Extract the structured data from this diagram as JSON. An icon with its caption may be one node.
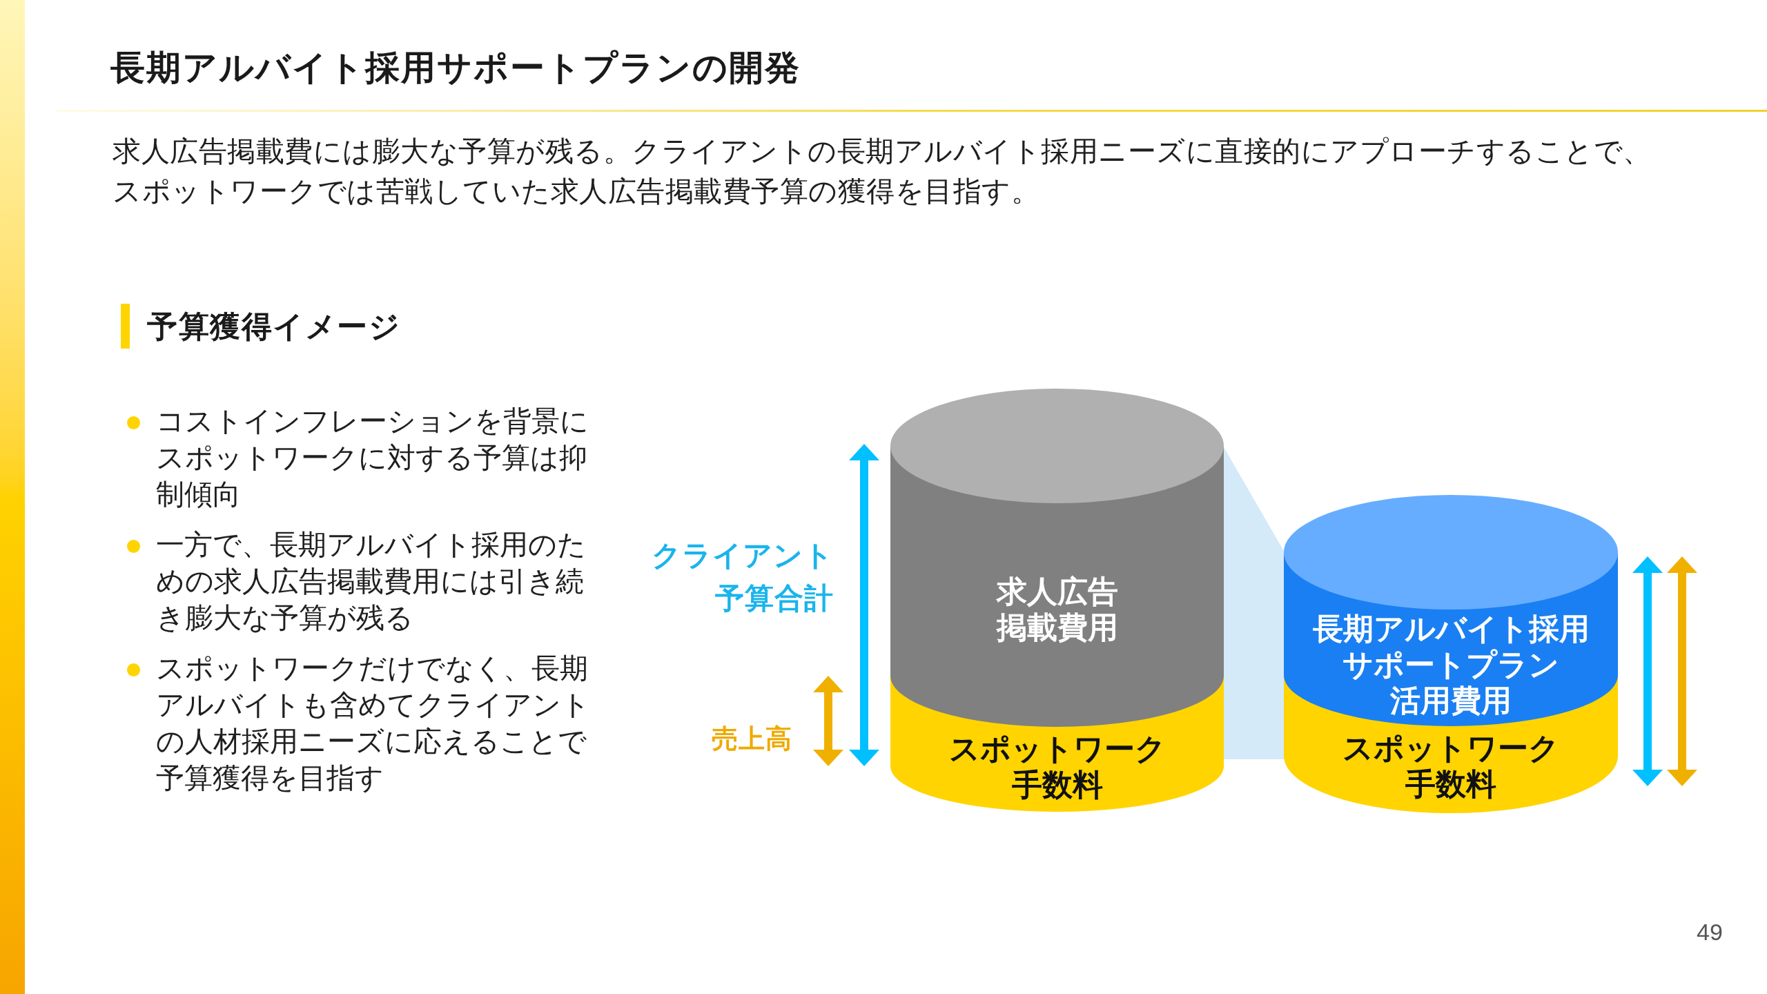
{
  "diagram": {
    "title": "長期アルバイト採用サポートプランの開発",
    "nodes": [
      {
        "text": [
          "求人広告掲載費用"
        ]
      },
      {
        "text": [
          "スポットワーク手数料"
        ]
      },
      {
        "text": [],
        "shape": "band"
      },
      {
        "text": [
          "長期アルバイト採用サポートプラン活用費用"
        ]
      },
      {
        "text": [
          "スポットワーク手数料"
        ]
      }
    ],
    "labels": [
      "求人広告掲載費には膨大な予算が残る。クライアントの長期アルバイト採用ニーズに直接的にアプローチすることで、スポットワークでは苦戦していた求人広告掲載費予算の獲得を目指す。",
      "予算獲得イメージ",
      "コストインフレーションを背景にスポットワークに対する予算は抑制傾向",
      "一方で、長期アルバイト採用のための求人広告掲載費用には引き続き膨大な予算が残る",
      "スポットワークだけでなく、長期アルバイトも含めてクライアントの人材採用ニーズに応えることで予算獲得を目指す",
      "クライアント予算合計",
      "売上高",
      "49"
    ]
  }
}
